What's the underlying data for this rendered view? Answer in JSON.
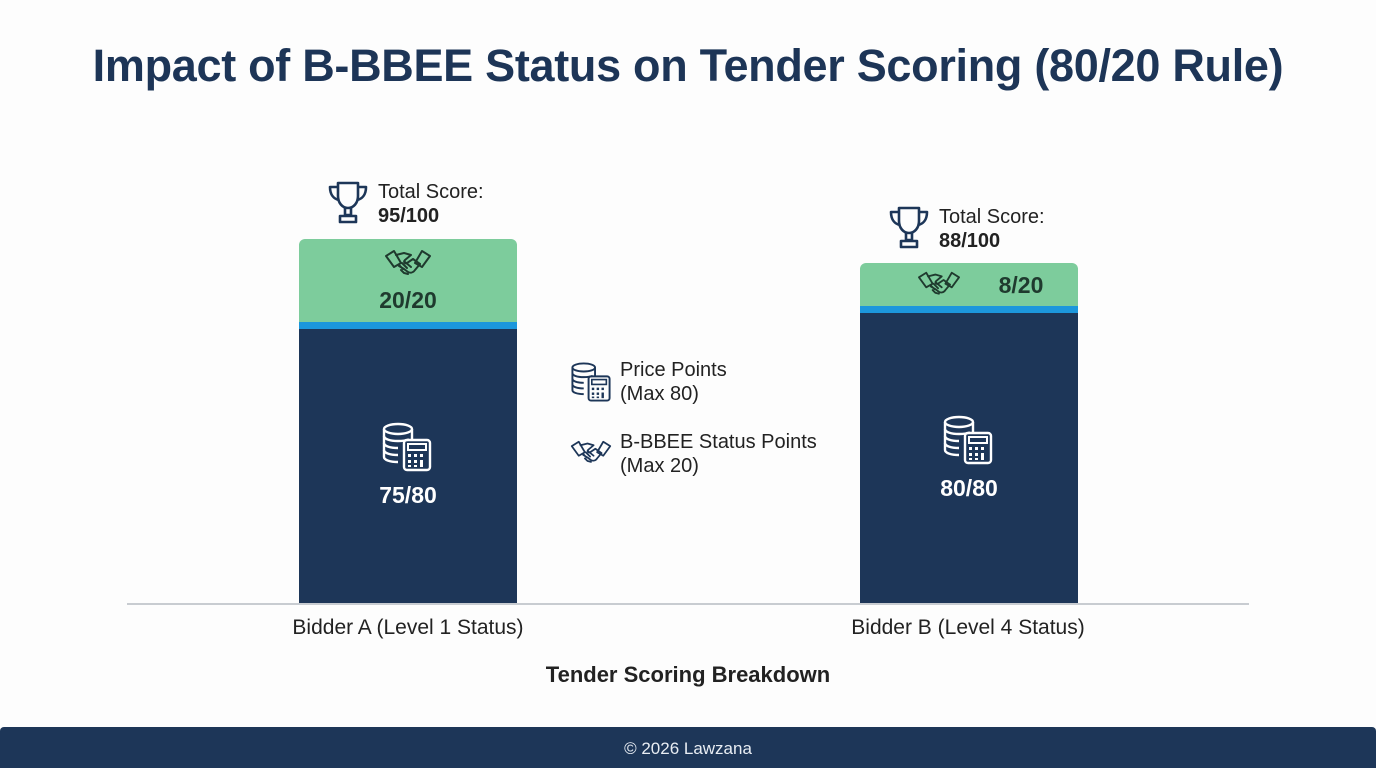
{
  "title": "Impact of B-BBEE Status on Tender Scoring (80/20 Rule)",
  "chart_data": {
    "type": "bar",
    "stacked": true,
    "title": "Impact of B-BBEE Status on Tender Scoring (80/20 Rule)",
    "xlabel": "Tender Scoring Breakdown",
    "ylabel": "",
    "categories": [
      "Bidder A (Level 1 Status)",
      "Bidder B (Level 4 Status)"
    ],
    "series": [
      {
        "name": "Price Points (Max 80)",
        "values": [
          75,
          80
        ],
        "color": "#1d3658"
      },
      {
        "name": "B-BBEE Status Points (Max 20)",
        "values": [
          20,
          8
        ],
        "color": "#7dcc9c"
      }
    ],
    "totals": [
      95,
      88
    ],
    "ylim": [
      0,
      100
    ],
    "grid": false,
    "legend_position": "center"
  },
  "bars": [
    {
      "category": "Bidder A (Level 1 Status)",
      "total_label": "Total Score:",
      "total_value": "95/100",
      "bbbee_label": "20/20",
      "price_label": "75/80"
    },
    {
      "category": "Bidder B (Level 4 Status)",
      "total_label": "Total Score:",
      "total_value": "88/100",
      "bbbee_label": "8/20",
      "price_label": "80/80"
    }
  ],
  "legend": {
    "price": {
      "line1": "Price Points",
      "line2": "(Max 80)",
      "icon": "coins-calculator-icon"
    },
    "bbbee": {
      "line1": "B-BBEE Status Points",
      "line2": "(Max 20)",
      "icon": "handshake-icon"
    }
  },
  "axis_title": "Tender Scoring Breakdown",
  "footer": "© 2026 Lawzana",
  "colors": {
    "navy": "#1d3658",
    "green": "#7dcc9c",
    "blue_separator": "#1c97dc"
  }
}
